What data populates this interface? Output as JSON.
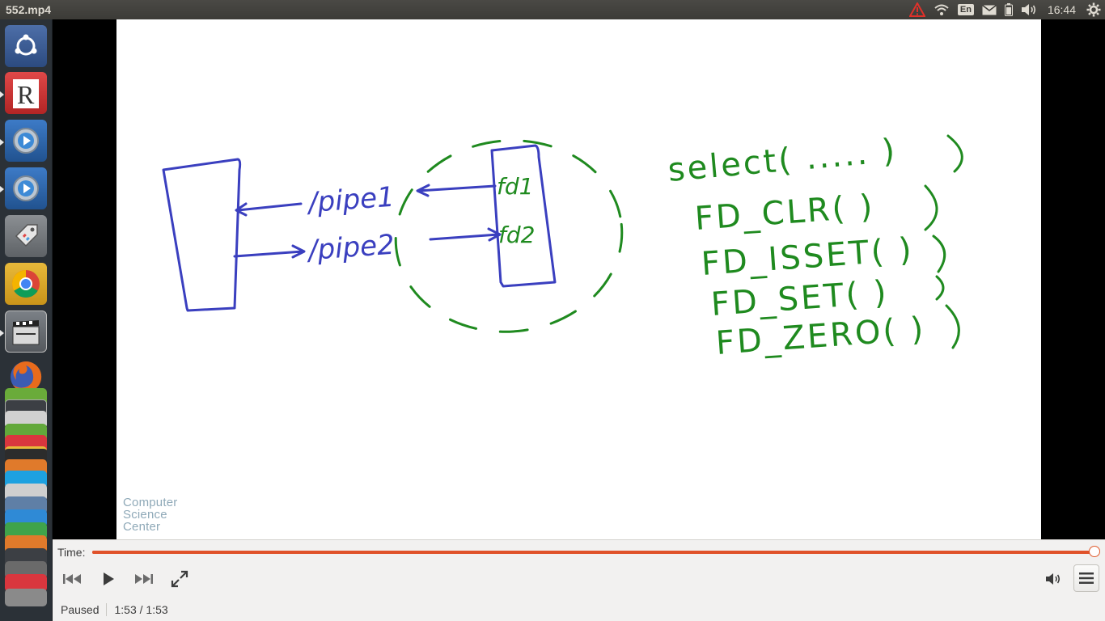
{
  "window": {
    "title": "552.mp4"
  },
  "panel": {
    "language": "En",
    "clock": "16:44"
  },
  "launcher": {
    "apps": [
      {
        "name": "dash-home-icon"
      },
      {
        "name": "rstudio-icon"
      },
      {
        "name": "settings-icon"
      },
      {
        "name": "settings-icon-2"
      },
      {
        "name": "tag-manager-icon"
      },
      {
        "name": "chrome-icon"
      },
      {
        "name": "video-editor-icon"
      },
      {
        "name": "firefox-icon"
      }
    ]
  },
  "video": {
    "whiteboard": {
      "left_labels": [
        "/pipe1",
        "/pipe2"
      ],
      "fd_labels": [
        "fd1",
        "fd2"
      ],
      "function_list": [
        "select( ..... )",
        "FD_CLR( )",
        "FD_ISSET( )",
        "FD_SET( )",
        "FD_ZERO( )"
      ]
    },
    "watermark": [
      "Computer",
      "Science",
      "Center"
    ]
  },
  "player": {
    "time_label": "Time:",
    "progress": 1.0,
    "status": "Paused",
    "time_display": "1:53 / 1:53"
  },
  "colors": {
    "accent": "#e05a2b",
    "ink_blue": "#3a3fbf",
    "ink_green": "#1f8a1f"
  }
}
